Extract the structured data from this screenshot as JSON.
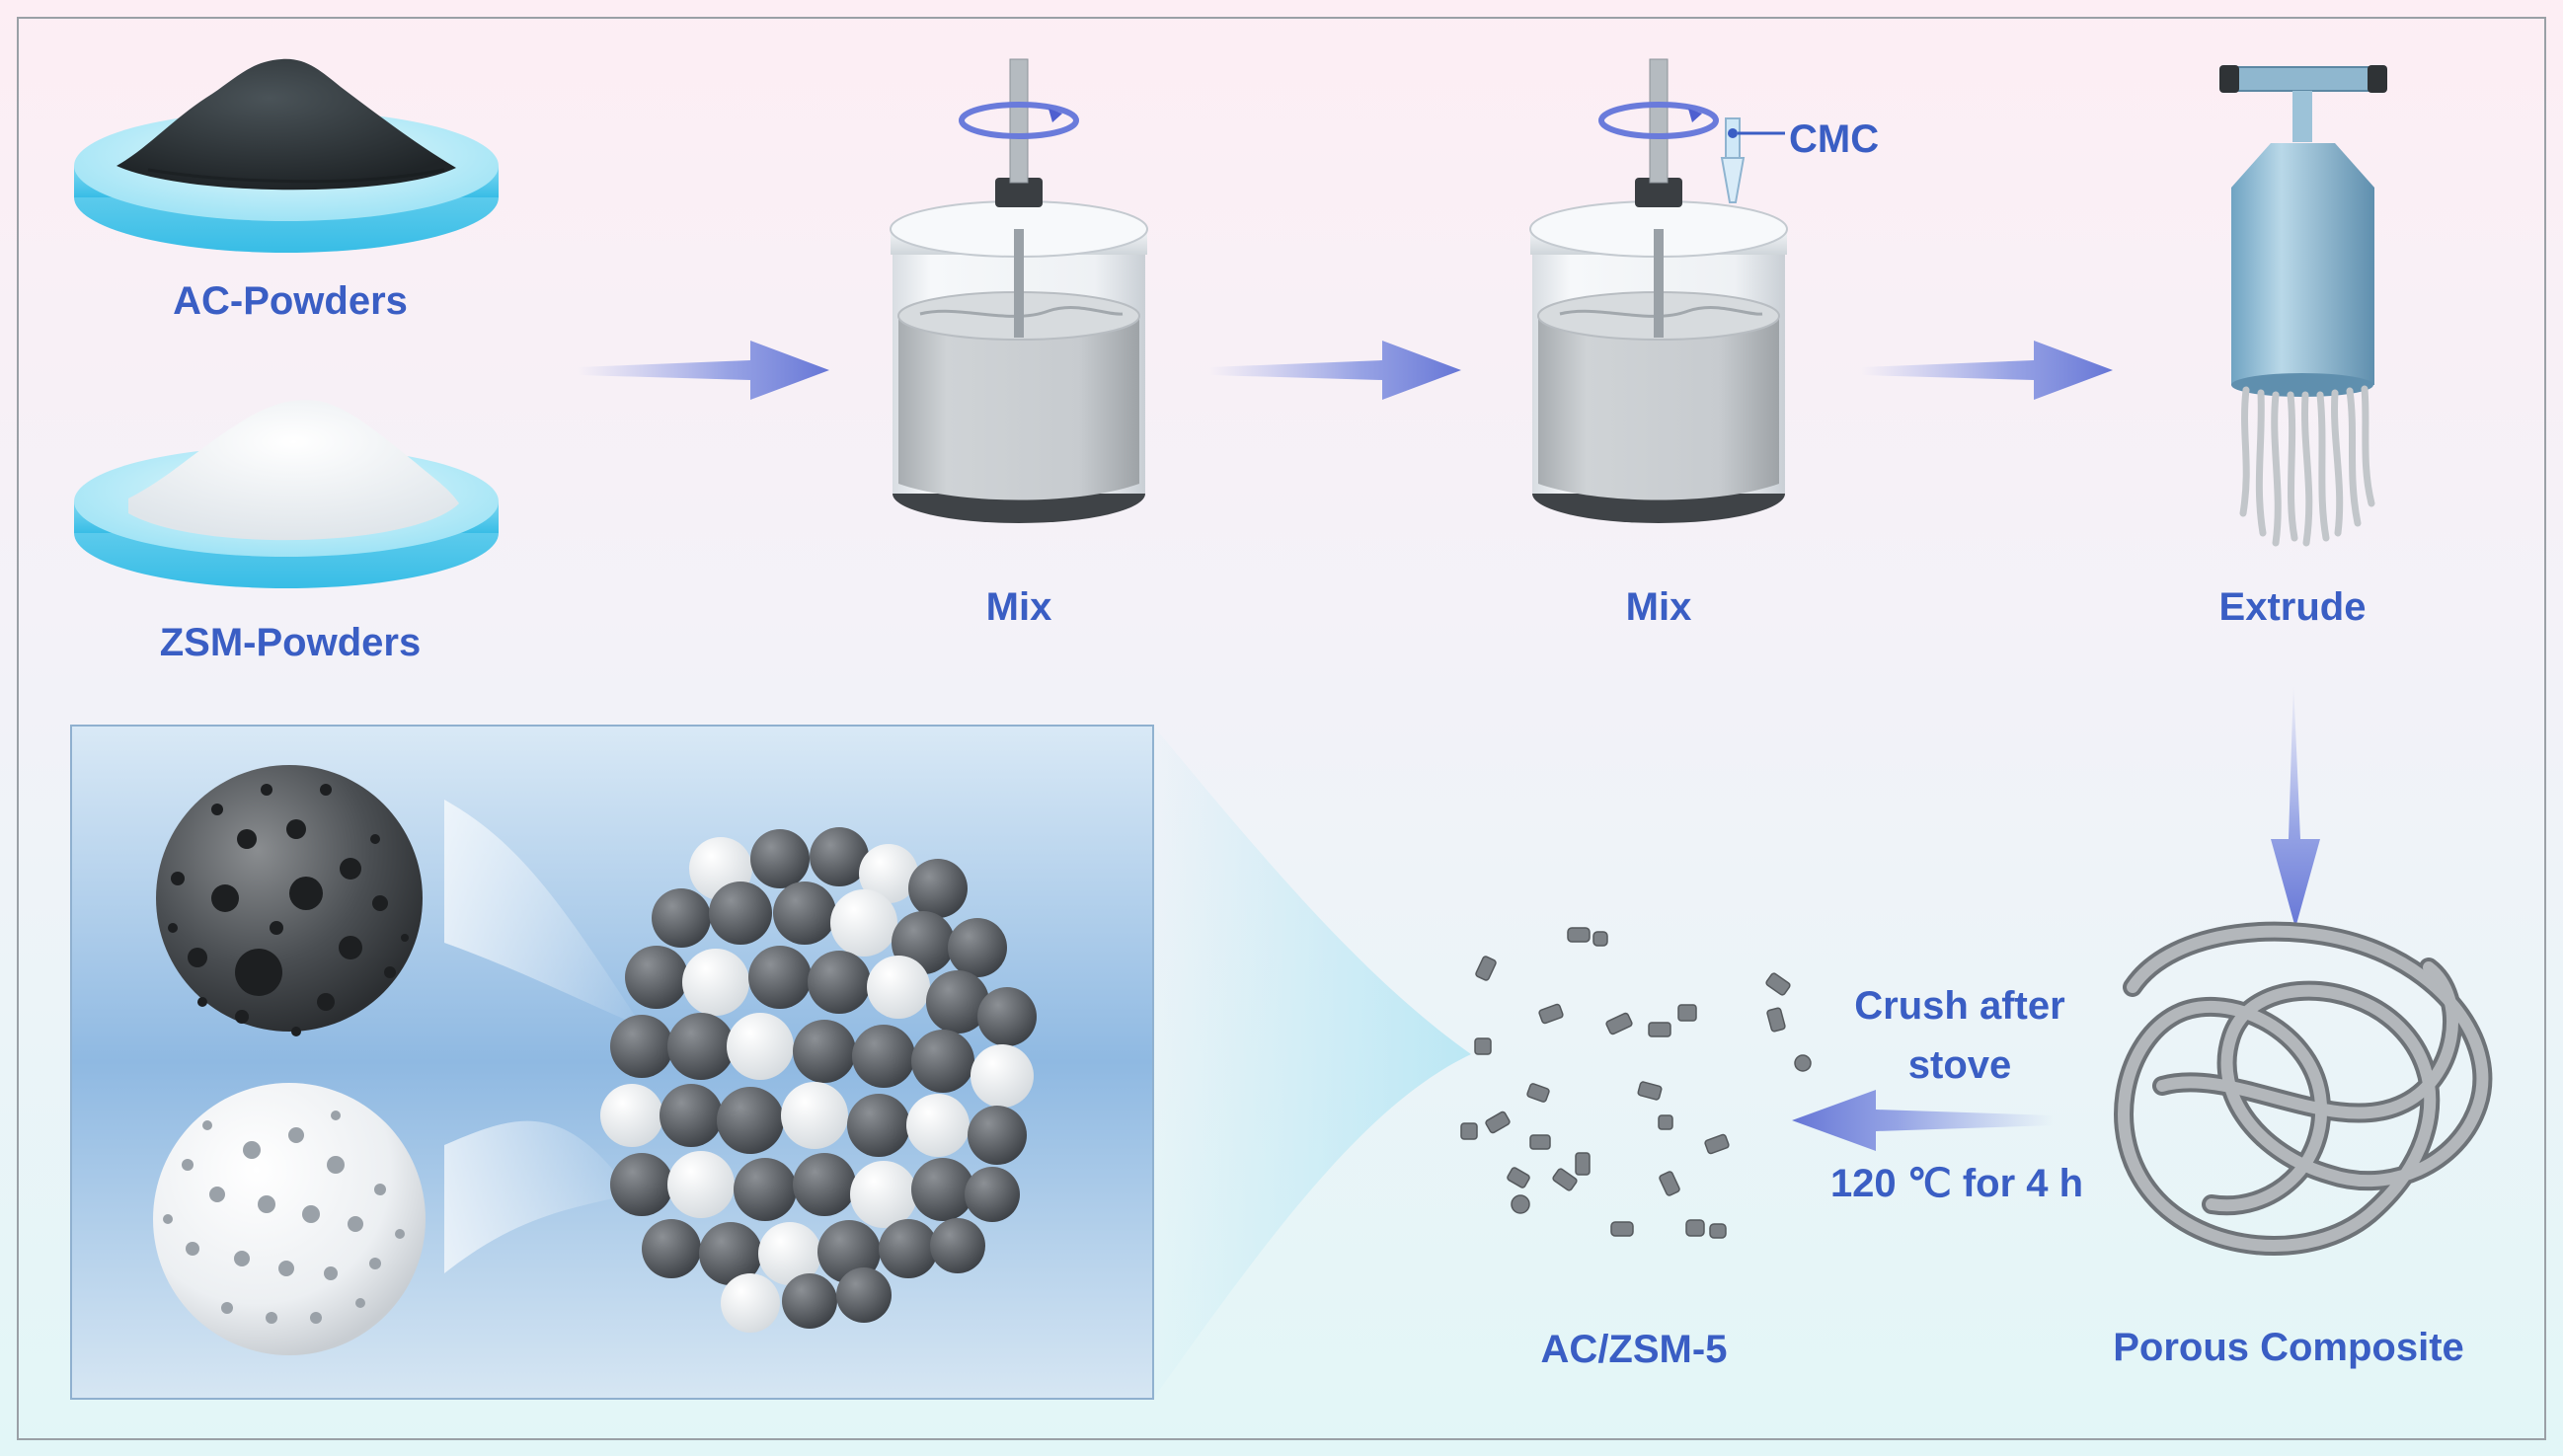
{
  "labels": {
    "ac_powders": "AC-Powders",
    "zsm_powders": "ZSM-Powders",
    "mix_1": "Mix",
    "mix_2": "Mix",
    "cmc": "CMC",
    "extrude": "Extrude",
    "porous_composite": "Porous Composite",
    "crush_line_1": "Crush after",
    "crush_line_2": "stove",
    "condition": "120 ℃ for 4 h",
    "product": "AC/ZSM-5"
  },
  "colors": {
    "label_blue": "#3a5ec4",
    "arrow_blue": "#6f7fd8",
    "dish_cyan": "#9fe3f5",
    "ac_dark": "#2c3236",
    "zsm_white": "#f7f9fb",
    "background_top": "#fdeef4",
    "background_bottom": "#e4f6f8"
  }
}
